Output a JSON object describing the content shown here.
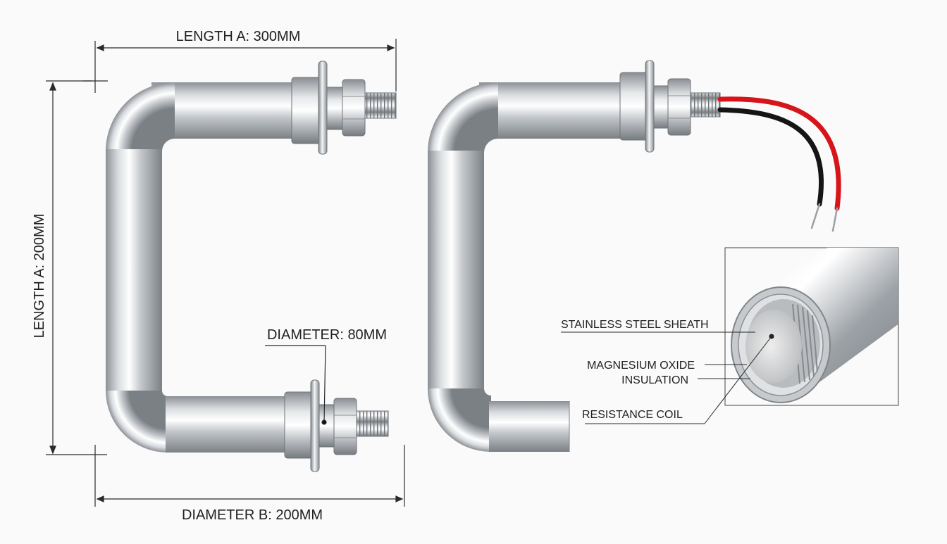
{
  "dimensions": {
    "top_length": "LENGTH A: 300MM",
    "side_length": "LENGTH A: 200MM",
    "tube_diameter": "DIAMETER: 80MM",
    "bottom_diameter": "DIAMETER B: 200MM"
  },
  "callouts": {
    "sheath": "STAINLESS STEEL SHEATH",
    "insulation_line1": "MAGNESIUM OXIDE",
    "insulation_line2": "INSULATION",
    "coil": "RESISTANCE COIL"
  },
  "colors": {
    "background": "#fafafa",
    "steel_light": "#f2f3f4",
    "steel_dark": "#8d9196",
    "wire_red": "#d7141a",
    "wire_black": "#151515",
    "dimension_line": "#2a2a2a"
  }
}
